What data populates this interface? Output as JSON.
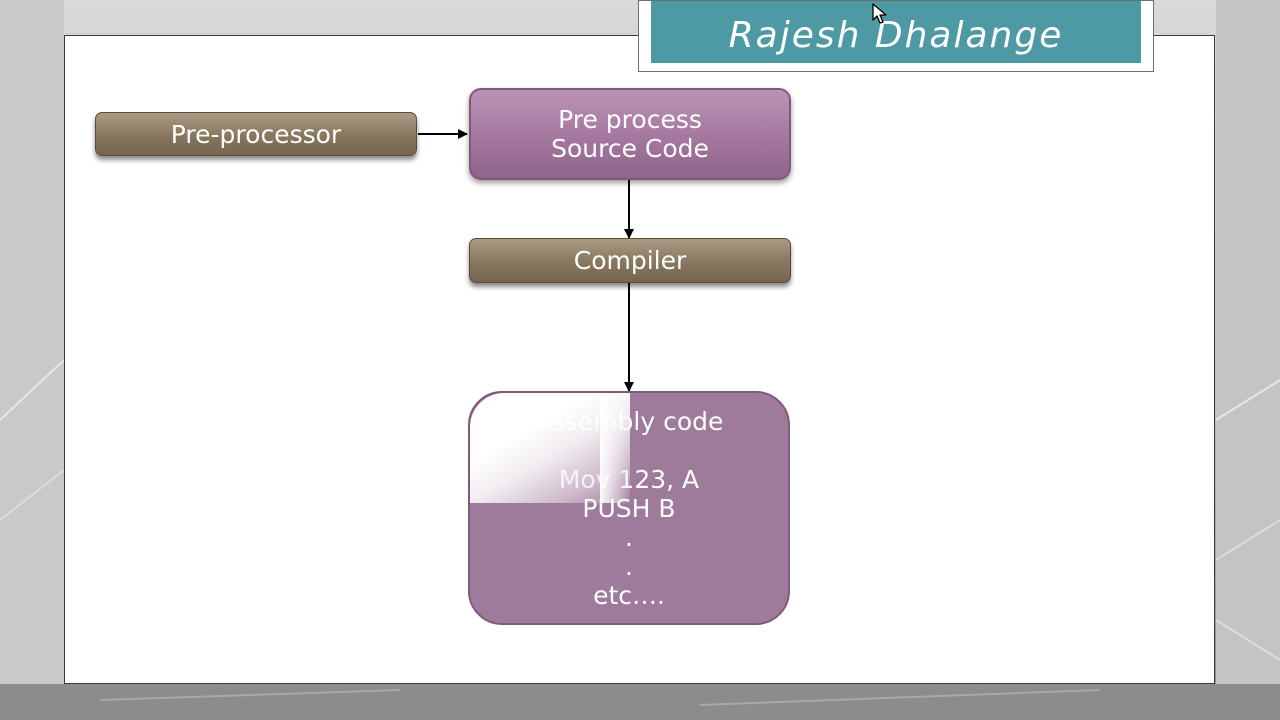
{
  "author": {
    "name": "Rajesh Dhalange"
  },
  "flowchart": {
    "preprocessor_label": "Pre-processor",
    "preprocess_source": {
      "line1": "Pre process",
      "line2": "Source Code"
    },
    "compiler_label": "Compiler",
    "assembly": {
      "lines": [
        "Assembly code",
        "",
        "Mov 123, A",
        "PUSH B",
        ".",
        ".",
        "etc…."
      ]
    }
  },
  "colors": {
    "banner_teal": "#4e9aa4",
    "node_brown": "#8b7a62",
    "node_purple": "#a5779f",
    "assembly_purple": "#9e7b9a"
  }
}
